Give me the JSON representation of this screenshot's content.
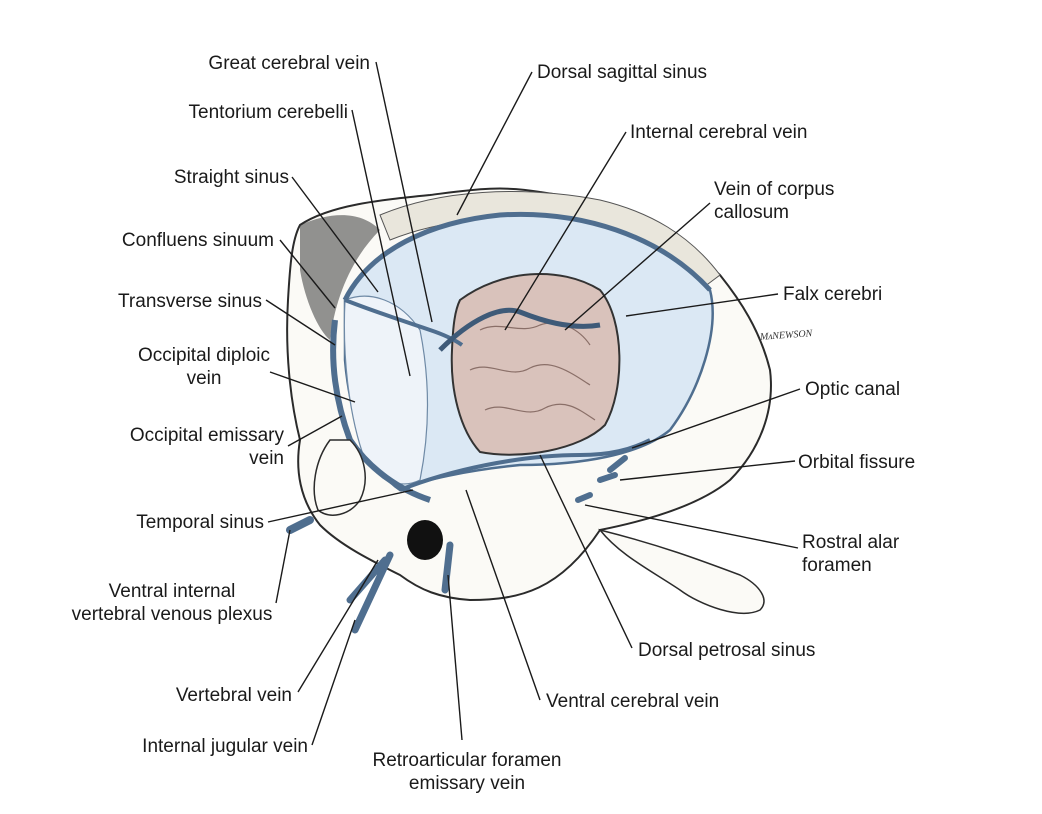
{
  "labels": {
    "great_cerebral_vein": "Great cerebral vein",
    "tentorium_cerebelli": "Tentorium cerebelli",
    "straight_sinus": "Straight sinus",
    "confluens_sinuum": "Confluens sinuum",
    "transverse_sinus": "Transverse sinus",
    "occipital_diploic_vein_1": "Occipital diploic",
    "occipital_diploic_vein_2": "vein",
    "occipital_emissary_vein_1": "Occipital emissary",
    "occipital_emissary_vein_2": "vein",
    "temporal_sinus": "Temporal sinus",
    "ventral_internal_plexus_1": "Ventral internal",
    "ventral_internal_plexus_2": "vertebral venous plexus",
    "vertebral_vein": "Vertebral vein",
    "internal_jugular_vein": "Internal jugular vein",
    "retroarticular_1": "Retroarticular foramen",
    "retroarticular_2": "emissary vein",
    "ventral_cerebral_vein": "Ventral cerebral vein",
    "dorsal_petrosal_sinus": "Dorsal petrosal sinus",
    "rostral_alar_1": "Rostral alar",
    "rostral_alar_2": "foramen",
    "orbital_fissure": "Orbital fissure",
    "optic_canal": "Optic canal",
    "falx_cerebri": "Falx cerebri",
    "vein_corpus_callosum_1": "Vein of corpus",
    "vein_corpus_callosum_2": "callosum",
    "internal_cerebral_vein": "Internal cerebral vein",
    "dorsal_sagittal_sinus": "Dorsal sagittal sinus"
  },
  "signature": "MᴧNEWSON",
  "colors": {
    "vein_blue": "#4f6e8f",
    "falx_blue": "#b9cfe6",
    "brain_pink": "#d9c2bb",
    "bone_outline": "#2b2b2b",
    "text": "#1a1a1a"
  }
}
